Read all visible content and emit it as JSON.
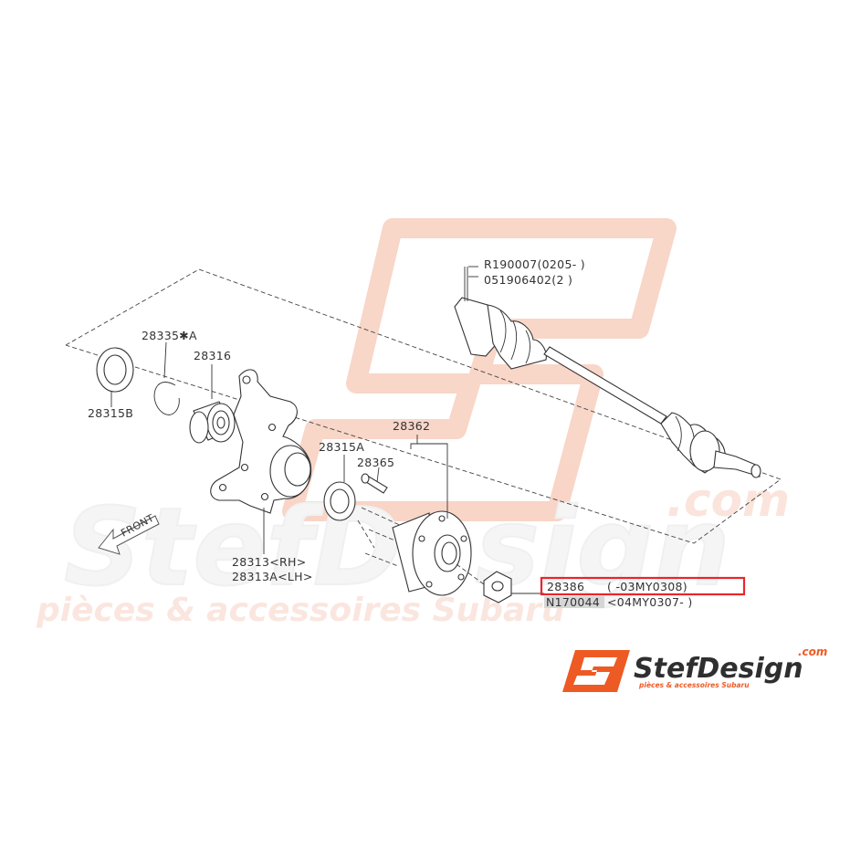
{
  "watermark": {
    "brand_main": "StefDesign",
    "brand_domain": ".com",
    "tagline": "pièces & accessoires Subaru",
    "color": "#f3c2ad"
  },
  "logo": {
    "brand_main": "StefDesign",
    "brand_domain": ".com",
    "tagline": "pièces & accessoires Subaru",
    "accent": "#ee5a24"
  },
  "front_arrow": {
    "label": "FRONT"
  },
  "parts": {
    "p28335": "28335✱A",
    "p28316": "28316",
    "p28315B": "28315B",
    "p28313_rh": "28313<RH>",
    "p28313_lh": "28313A<LH>",
    "p28315A": "28315A",
    "p28365": "28365",
    "p28362": "28362",
    "r190007": "R190007(0205-   )",
    "p05190": "051906402(2  )",
    "p28386_code": "28386",
    "p28386_range": "(        -03MY0308)",
    "n170044_code": "N170044",
    "n170044_range": "<04MY0307-         )"
  },
  "highlight": {
    "color": "#e8262b",
    "target": "28386"
  }
}
